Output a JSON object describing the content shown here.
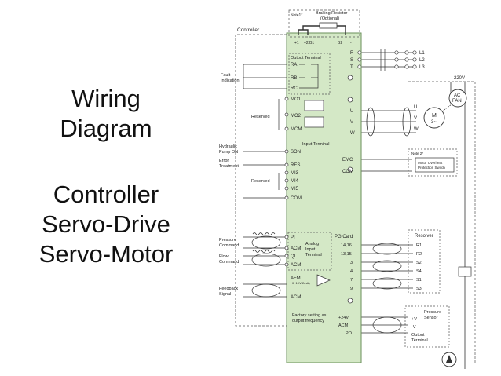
{
  "title_lines": [
    "Wiring",
    "Diagram"
  ],
  "subtitle_lines": [
    "Controller",
    "Servo-Drive",
    "Servo-Motor"
  ],
  "diagram": {
    "controller": "Controller",
    "note1": "Note1*",
    "braking_resistor": "Braking Resistor",
    "optional": "(Optional)",
    "dc_terminals": [
      "+1",
      "+2/B1",
      "B2",
      "-"
    ],
    "power_in": [
      "R",
      "S",
      "T"
    ],
    "lines": [
      "L1",
      "L2",
      "L3"
    ],
    "supply": "220V",
    "output_terminal": "Output Terminal",
    "relay": [
      "RA",
      "RB",
      "RC"
    ],
    "fault_indication": [
      "Fault",
      "Indication"
    ],
    "mo": [
      "MO1",
      "MO2",
      "MCM"
    ],
    "reserved": "Reserved",
    "motor_terms": [
      "U",
      "V",
      "W"
    ],
    "motor_u": "U",
    "motor_v": "V",
    "motor_w": "W",
    "motor_label": "M",
    "motor_phase": "3~",
    "fan": [
      "AC",
      "FAN"
    ],
    "input_terminal": "Input Terminal",
    "son": "SON",
    "res": "RES",
    "mi": [
      "MI3",
      "MI4",
      "MI5"
    ],
    "com": "COM",
    "hydraulic": [
      "Hydraulic",
      "Pump ON"
    ],
    "error": [
      "Error",
      "Treatment"
    ],
    "emc": "EMC",
    "com2": "COM",
    "note2": "Note 2*",
    "motor_overheat": [
      "Motor Overheat",
      "Protection Switch"
    ],
    "pressure_command": [
      "Pressure",
      "Command"
    ],
    "flow_command": [
      "Flow",
      "Command"
    ],
    "analog_terms": [
      "PI",
      "ACM",
      "QI",
      "ACM"
    ],
    "analog_input": [
      "Analog",
      "Input",
      "Terminal"
    ],
    "pg_card": "PG Card",
    "pg_pins": [
      "14,16",
      "13,15",
      "3",
      "4",
      "7",
      "9"
    ],
    "resolver": "Resolver",
    "resolver_pins": [
      "R1",
      "R2",
      "S2",
      "S4",
      "S1",
      "S3"
    ],
    "afm": "AFM",
    "afm_range": "0~10V(2mA)",
    "acm": "ACM",
    "feedback_signal": [
      "Feedback",
      "Signal"
    ],
    "factory_note": [
      "Factory setting as",
      "output frequency"
    ],
    "sensor_pins": [
      "+24V",
      "ACM",
      "PO"
    ],
    "sensor_terms": [
      "+V",
      "-V",
      "Output"
    ],
    "pressure_sensor": [
      "Pressure",
      "Sensor"
    ],
    "output_terminal2": [
      "Output",
      "Terminal"
    ]
  }
}
